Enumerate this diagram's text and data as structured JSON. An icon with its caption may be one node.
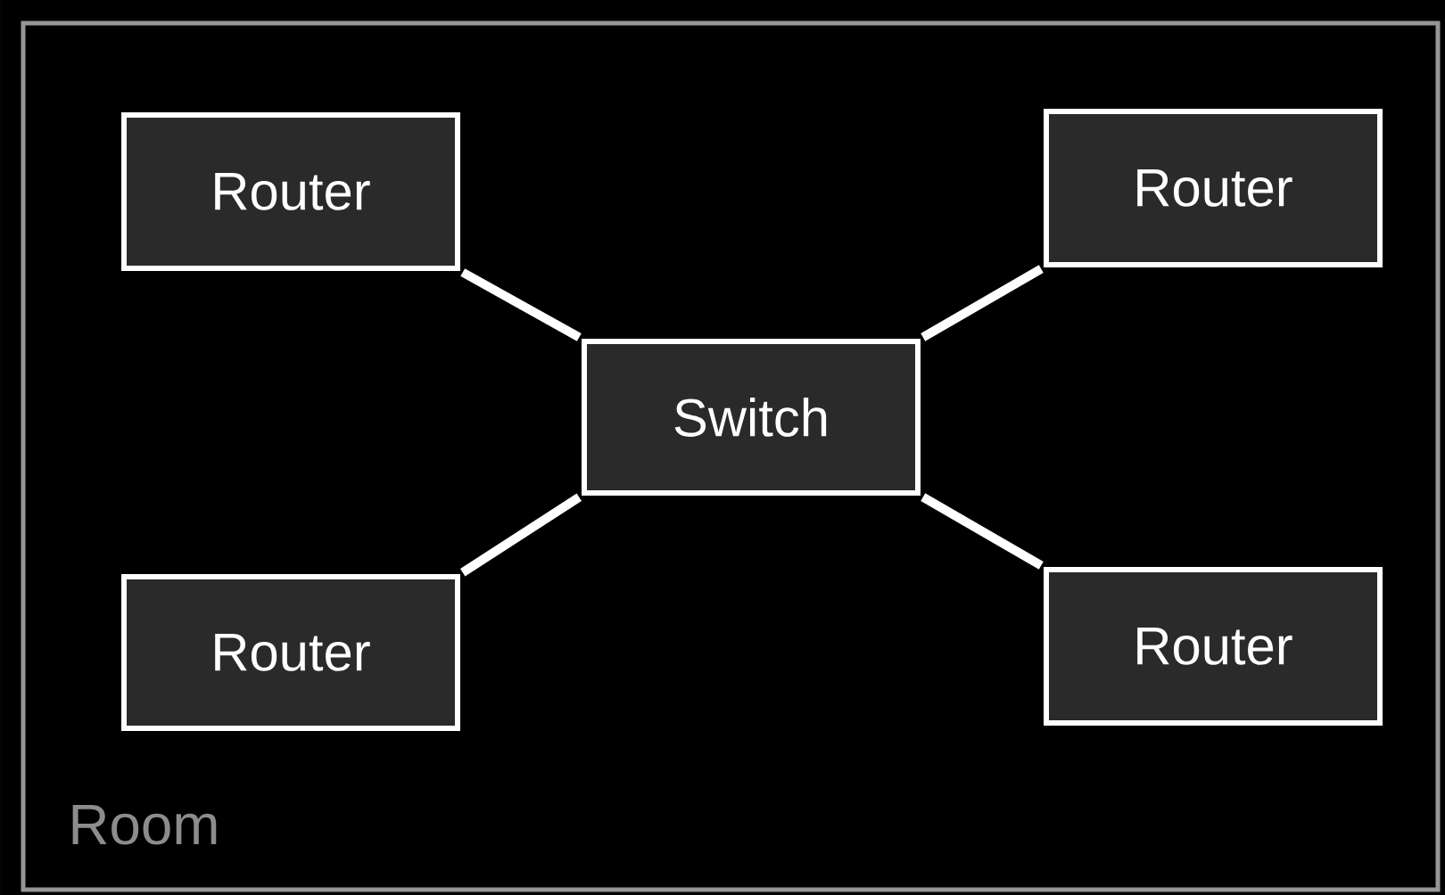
{
  "diagram": {
    "nodes": [
      {
        "text": [
          "Room"
        ]
      },
      {
        "text": [
          "Router"
        ],
        "in": 0
      },
      {
        "text": [
          "Router"
        ],
        "in": 0
      },
      {
        "text": [
          "Switch"
        ],
        "in": 0
      },
      {
        "text": [
          "Router"
        ],
        "in": 0
      },
      {
        "text": [
          "Router"
        ],
        "in": 0
      }
    ],
    "edges": [
      {
        "from": 1,
        "to": 3,
        "arrow": "none"
      },
      {
        "from": 2,
        "to": 3,
        "arrow": "none"
      },
      {
        "from": 4,
        "to": 3,
        "arrow": "none"
      },
      {
        "from": 5,
        "to": 3,
        "arrow": "none"
      }
    ]
  }
}
